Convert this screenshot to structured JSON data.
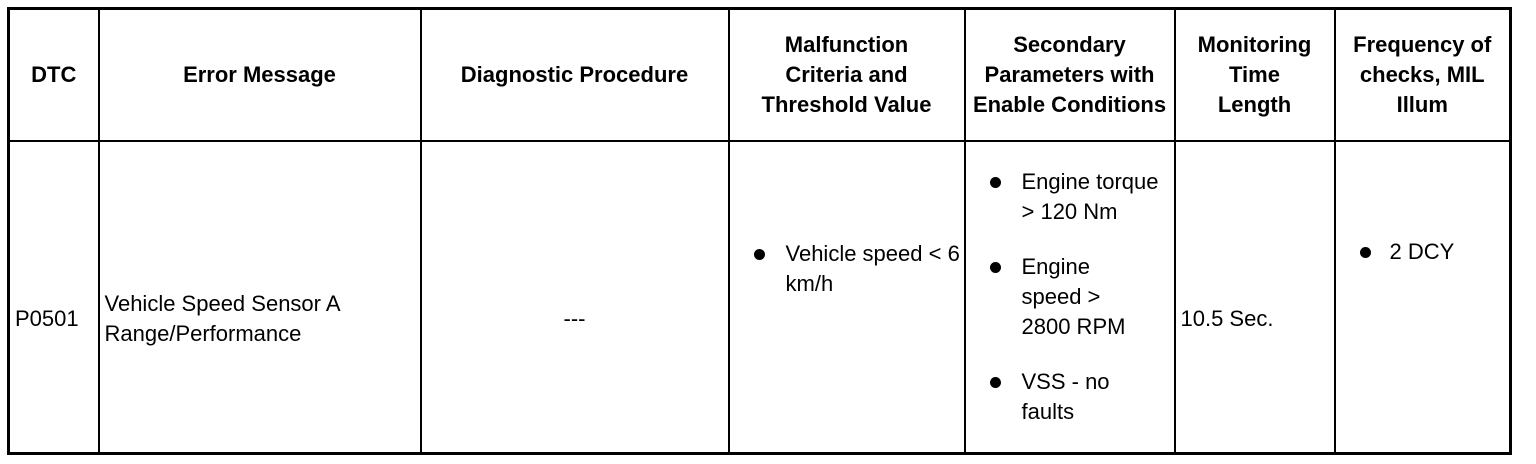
{
  "table": {
    "headers": {
      "dtc": "DTC",
      "error_message": "Error Message",
      "diagnostic_procedure": "Diagnostic Procedure",
      "malfunction_criteria": "Malfunction Criteria and Threshold Value",
      "secondary_parameters": "Secondary Parameters with Enable Conditions",
      "monitoring_time": "Monitoring Time Length",
      "frequency": "Frequency of checks, MIL Illum"
    },
    "row": {
      "dtc": "P0501",
      "error_message": "Vehicle Speed Sensor A Range/Performance",
      "diagnostic_procedure": "---",
      "malfunction_criteria": [
        "Vehicle speed < 6 km/h"
      ],
      "secondary_parameters": [
        "Engine torque > 120 Nm",
        "Engine speed > 2800 RPM",
        "VSS - no faults"
      ],
      "monitoring_time": "10.5 Sec.",
      "frequency": [
        "2 DCY"
      ]
    }
  }
}
